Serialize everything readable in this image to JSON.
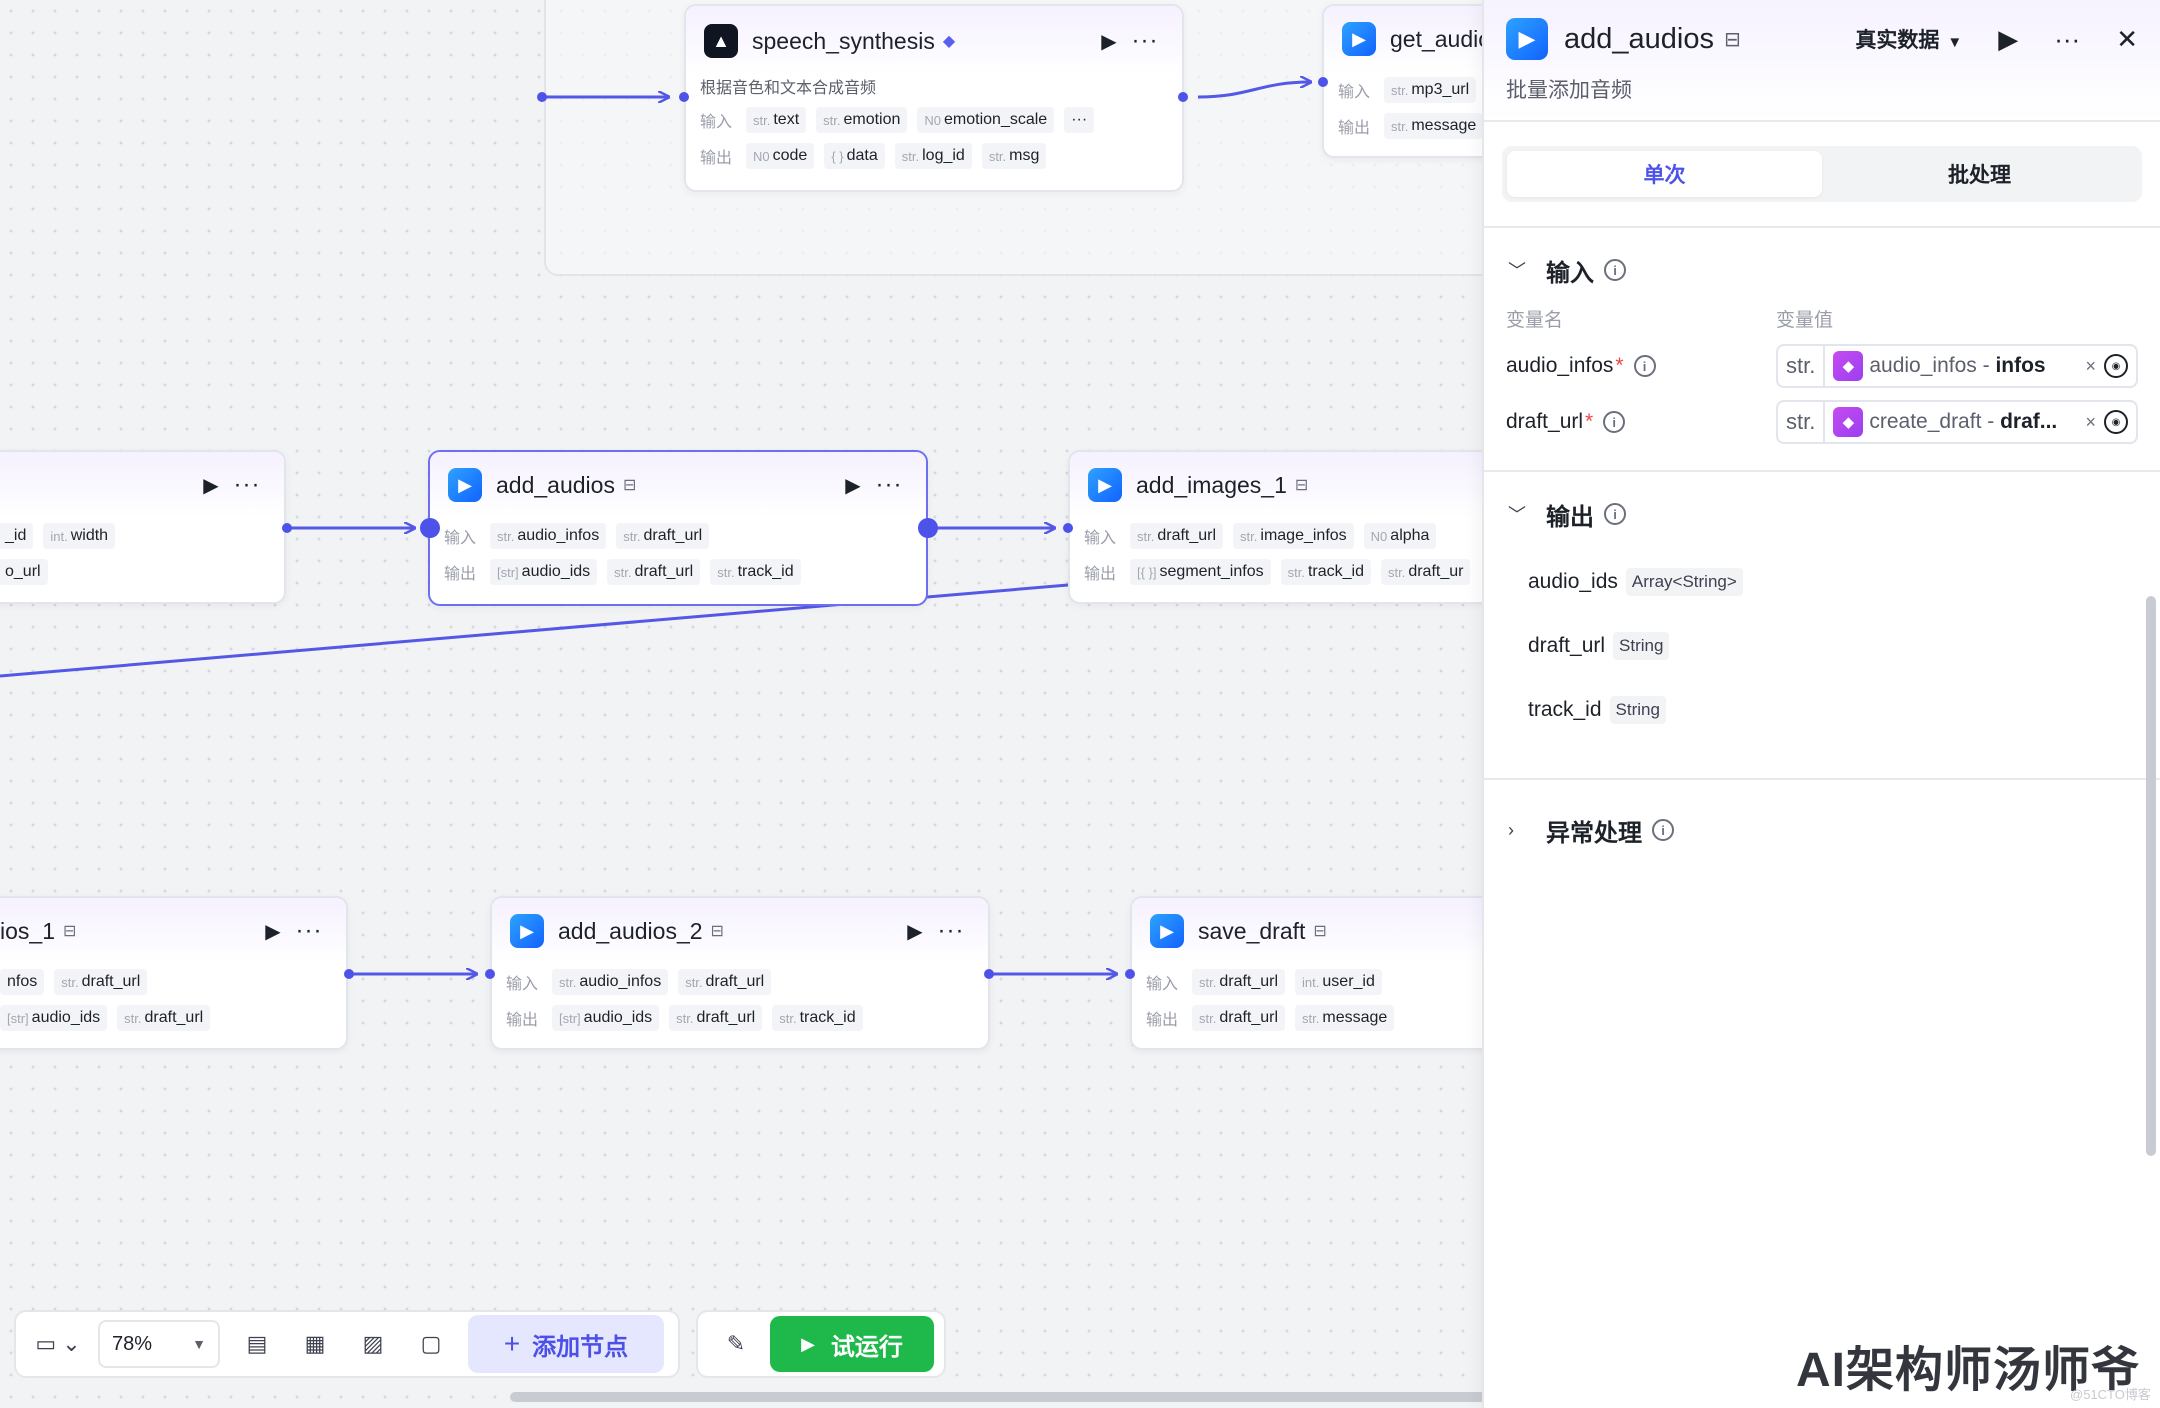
{
  "canvas": {
    "nodes": {
      "speech": {
        "title": "speech_synthesis",
        "desc": "根据音色和文本合成音频",
        "in_label": "输入",
        "out_label": "输出",
        "inputs": [
          {
            "t": "str.",
            "n": "text"
          },
          {
            "t": "str.",
            "n": "emotion"
          },
          {
            "t": "N0",
            "n": "emotion_scale"
          }
        ],
        "outputs": [
          {
            "t": "N0",
            "n": "code"
          },
          {
            "t": "{ }",
            "n": "data"
          },
          {
            "t": "str.",
            "n": "log_id"
          },
          {
            "t": "str.",
            "n": "msg"
          }
        ]
      },
      "get_audio": {
        "title": "get_audic",
        "in_label": "输入",
        "out_label": "输出",
        "inputs": [
          {
            "t": "str.",
            "n": "mp3_url"
          }
        ],
        "outputs": [
          {
            "t": "str.",
            "n": "message"
          }
        ]
      },
      "left_mid": {
        "inputs": [
          {
            "t": "",
            "n": "_id"
          },
          {
            "t": "int.",
            "n": "width"
          }
        ],
        "outputs": [
          {
            "t": "",
            "n": "o_url"
          }
        ]
      },
      "add_audios": {
        "title": "add_audios",
        "in_label": "输入",
        "out_label": "输出",
        "inputs": [
          {
            "t": "str.",
            "n": "audio_infos"
          },
          {
            "t": "str.",
            "n": "draft_url"
          }
        ],
        "outputs": [
          {
            "t": "[str]",
            "n": "audio_ids"
          },
          {
            "t": "str.",
            "n": "draft_url"
          },
          {
            "t": "str.",
            "n": "track_id"
          }
        ]
      },
      "add_images_1": {
        "title": "add_images_1",
        "in_label": "输入",
        "out_label": "输出",
        "inputs": [
          {
            "t": "str.",
            "n": "draft_url"
          },
          {
            "t": "str.",
            "n": "image_infos"
          },
          {
            "t": "N0",
            "n": "alpha"
          }
        ],
        "outputs": [
          {
            "t": "[{ }]",
            "n": "segment_infos"
          },
          {
            "t": "str.",
            "n": "track_id"
          },
          {
            "t": "str.",
            "n": "draft_ur"
          }
        ]
      },
      "left_bottom": {
        "title": "ios_1",
        "inputs": [
          {
            "t": "",
            "n": "nfos"
          },
          {
            "t": "str.",
            "n": "draft_url"
          }
        ],
        "outputs": [
          {
            "t": "[str]",
            "n": "audio_ids"
          },
          {
            "t": "str.",
            "n": "draft_url"
          }
        ]
      },
      "add_audios_2": {
        "title": "add_audios_2",
        "in_label": "输入",
        "out_label": "输出",
        "inputs": [
          {
            "t": "str.",
            "n": "audio_infos"
          },
          {
            "t": "str.",
            "n": "draft_url"
          }
        ],
        "outputs": [
          {
            "t": "[str]",
            "n": "audio_ids"
          },
          {
            "t": "str.",
            "n": "draft_url"
          },
          {
            "t": "str.",
            "n": "track_id"
          }
        ]
      },
      "save_draft": {
        "title": "save_draft",
        "in_label": "输入",
        "out_label": "输出",
        "inputs": [
          {
            "t": "str.",
            "n": "draft_url"
          },
          {
            "t": "int.",
            "n": "user_id"
          }
        ],
        "outputs": [
          {
            "t": "str.",
            "n": "draft_url"
          },
          {
            "t": "str.",
            "n": "message"
          }
        ]
      }
    }
  },
  "toolbar": {
    "zoom": "78%",
    "add_node": "添加节点",
    "run": "试运行"
  },
  "panel": {
    "title": "add_audios",
    "data_mode": "真实数据",
    "desc": "批量添加音频",
    "tabs": [
      "单次",
      "批处理"
    ],
    "input_section": "输入",
    "col_name": "变量名",
    "col_value": "变量值",
    "inputs": [
      {
        "name": "audio_infos",
        "type": "str.",
        "ref": "audio_infos - ",
        "ref_bold": "infos"
      },
      {
        "name": "draft_url",
        "type": "str.",
        "ref": "create_draft - ",
        "ref_bold": "draf..."
      }
    ],
    "output_section": "输出",
    "outputs": [
      {
        "name": "audio_ids",
        "type": "Array<String>"
      },
      {
        "name": "draft_url",
        "type": "String"
      },
      {
        "name": "track_id",
        "type": "String"
      }
    ],
    "error_section": "异常处理"
  },
  "watermark": "AI架构师汤师爷",
  "watermark_small": "@51CTO博客",
  "colors": {
    "accent": "#4d53e8",
    "run": "#1fb94b",
    "edge": "#5458e6"
  },
  "icons": [
    "play-icon",
    "more-icon",
    "close-icon",
    "info-icon",
    "chevron-down-icon",
    "chevron-right-icon",
    "plus-icon",
    "wrench-icon"
  ]
}
